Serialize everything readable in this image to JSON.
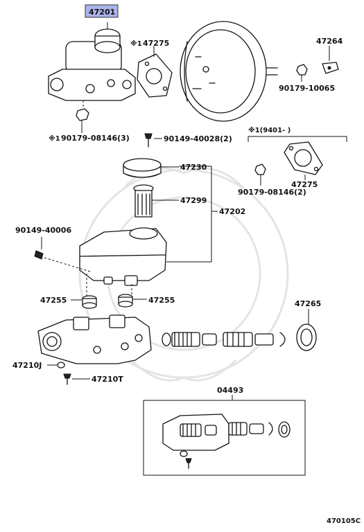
{
  "highlight_color": "#aab4ea",
  "parts": {
    "p47201": "47201",
    "p47275_top": "47275",
    "p47275_top_mark": "※1",
    "p47264": "47264",
    "p90179_10065": "90179-10065",
    "p90179_08146_top": "90179-08146(3)",
    "p90179_08146_top_mark": "※1",
    "p90149_40028": "90149-40028(2)",
    "p9401_note": "※1(9401-    )",
    "p47230": "47230",
    "p47299": "47299",
    "p47202": "47202",
    "p47275_side": "47275",
    "p90179_08146_side": "90179-08146(2)",
    "p90149_40006": "90149-40006",
    "p47255_left": "47255",
    "p47255_right": "47255",
    "p47265": "47265",
    "p47210J": "47210J",
    "p47210T": "47210T",
    "p04493": "04493"
  },
  "figure_id": "470105C"
}
